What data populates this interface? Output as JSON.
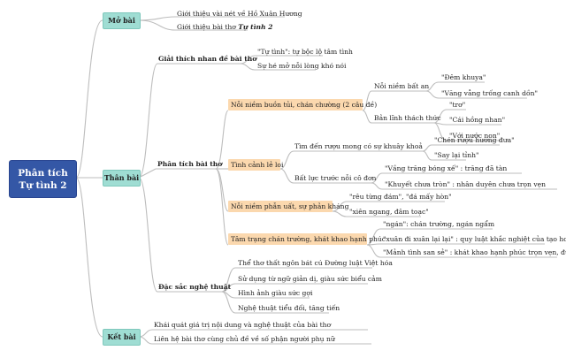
{
  "root": {
    "line1": "Phân tích",
    "line2": "Tự tình 2"
  },
  "sections": {
    "mo_bai": {
      "label": "Mở bài",
      "items": [
        "Giới thiệu vài nét về Hồ Xuân Hương",
        "Giới thiệu bài thơ "
      ],
      "poem_name": "Tự tình 2"
    },
    "than_bai": {
      "label": "Thân bài",
      "title_expl": {
        "label": "Giải thích nhan đề bài thơ",
        "items": [
          "\"Tự tình\": tự bộc lộ tâm tình",
          "Sự hé mở nỗi lòng khó nói"
        ]
      },
      "poem_analysis": {
        "label": "Phân tích bài thơ",
        "stanza1": {
          "label": "Nỗi niềm buồn tủi, chán chường (2 câu đề)",
          "sub1": {
            "label": "Nỗi niềm bất an",
            "items": [
              "\"Đêm khuya\"",
              "\"Văng vẳng trống canh dồn\""
            ]
          },
          "sub2": {
            "label": "Bản lĩnh thách thức",
            "items": [
              "\"trơ\"",
              "\"Cái hồng nhan\"",
              "\"Với nước non\""
            ]
          }
        },
        "stanza2": {
          "label": "Tình cảnh lẻ loi",
          "sub1": {
            "label": "Tìm đến rượu mong có sự khuây khoả",
            "items": [
              "\"Chén rượu hương đưa\"",
              "\"Say lại tỉnh\""
            ]
          },
          "sub2": {
            "label": "Bất lực trước nỗi cô đơn",
            "items": [
              "\"Vầng trăng bóng xế\" : trăng đã tàn",
              "\"Khuyết chưa tròn\" : nhân duyên chưa trọn vẹn"
            ]
          }
        },
        "stanza3": {
          "label": "Nỗi niềm phẫn uất, sự phản kháng",
          "items": [
            "\"rêu từng đám\", \"đá mấy hòn\"",
            "\"xiên ngang, đâm toạc\""
          ]
        },
        "stanza4": {
          "label": "Tâm trạng chán trường, khát khao hạnh phúc",
          "items": [
            "\"ngán\": chán trường, ngán ngẩm",
            "\"xuân đi xuân lại lại\" : quy luật khắc nghiệt của tạo hoá",
            "\"Mảnh tình san sẻ\" : khát khao hạnh phúc trọn vẹn, đủ đầy"
          ]
        }
      },
      "art": {
        "label": "Đặc sắc nghệ thuật",
        "items": [
          "Thể thơ thất ngôn bát cú Đường luật Việt hóa",
          "Sử dụng từ ngữ giản dị, giàu sức biểu cảm",
          "Hình ảnh giàu sức gợi",
          "Nghệ thuật tiểu đối, tăng tiến"
        ]
      }
    },
    "ket_bai": {
      "label": "Kết bài",
      "items": [
        "Khái quát giá trị nội dung và nghệ thuật của bài thơ",
        "Liên hệ bài thơ cùng chủ đề về số phận người phụ nữ"
      ]
    }
  },
  "colors": {
    "root": "#3457a6",
    "section": "#9fddd3",
    "highlight": "#fbd8ae",
    "branch": "#bdbdbd"
  }
}
